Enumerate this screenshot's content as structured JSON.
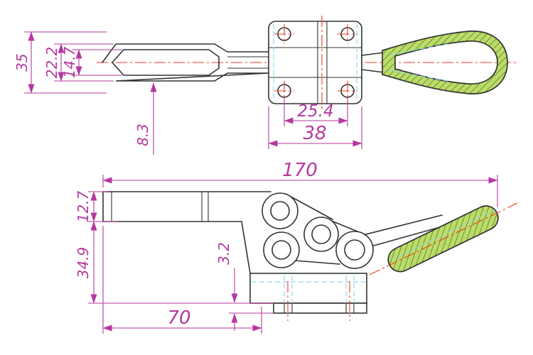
{
  "drawing": {
    "kind": "technical-drawing-toggle-clamp-two-views",
    "top_view": {
      "d35": "35",
      "d22_2": "22.2",
      "d14_7": "14.7",
      "d8_3": "8.3",
      "d25_4": "25.4",
      "d38": "38"
    },
    "side_view": {
      "d170": "170",
      "d12_7": "12.7",
      "d34_9": "34.9",
      "d3_2": "3.2",
      "d70": "70"
    },
    "colors": {
      "dimension": "#b5399e",
      "outline": "#333333",
      "centerline": "#ee3b22",
      "hidden": "#8fd8f0",
      "handle_fill": "#bcdc6a",
      "hatch": "#52761c",
      "background": "#ffffff"
    }
  }
}
